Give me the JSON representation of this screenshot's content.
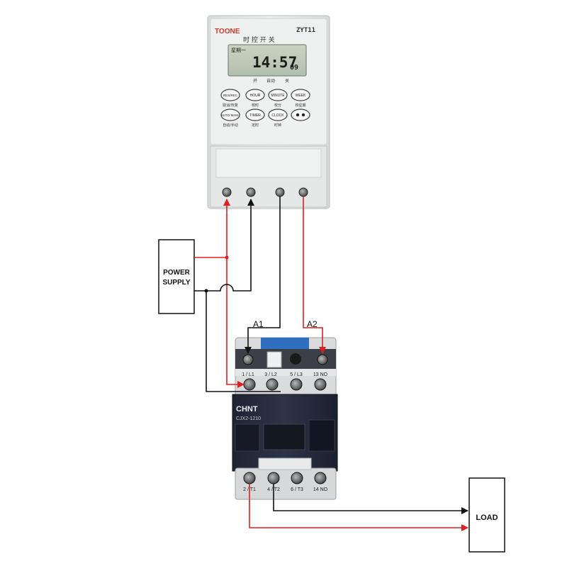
{
  "timer": {
    "brand": "TOONE",
    "model": "ZYT11",
    "subtitle": "时 控 开 关",
    "lcd_day": "星期一",
    "lcd_time": "14:57",
    "lcd_seconds": "09",
    "lcd_mode_labels": [
      "开",
      "自动",
      "关"
    ],
    "buttons": [
      {
        "label": "RES/REC",
        "caption": "取消/恢复"
      },
      {
        "label": "HOUR",
        "caption": "校时"
      },
      {
        "label": "MINUTE",
        "caption": "校分"
      },
      {
        "label": "WEEK",
        "caption": "校星期"
      },
      {
        "label": "AUTO/ MANU",
        "caption": "自动/手动"
      },
      {
        "label": "TIMER",
        "caption": "定时"
      },
      {
        "label": "CLOCK",
        "caption": "时钟"
      },
      {
        "label": "",
        "caption": ""
      }
    ]
  },
  "power_supply": {
    "line1": "POWER",
    "line2": "SUPPLY"
  },
  "contactor": {
    "brand": "CHNT",
    "model": "CJX2-1210",
    "coil_a1": "A1",
    "coil_a2": "A2",
    "top_terminals": [
      "1 / L1",
      "3 / L2",
      "5 / L3",
      "13 NO"
    ],
    "bottom_terminals": [
      "2 / T1",
      "4 / T2",
      "6 / T3",
      "14 NO"
    ]
  },
  "load": {
    "label": "LOAD"
  },
  "colors": {
    "live": "#e02020",
    "neutral": "#111111"
  }
}
